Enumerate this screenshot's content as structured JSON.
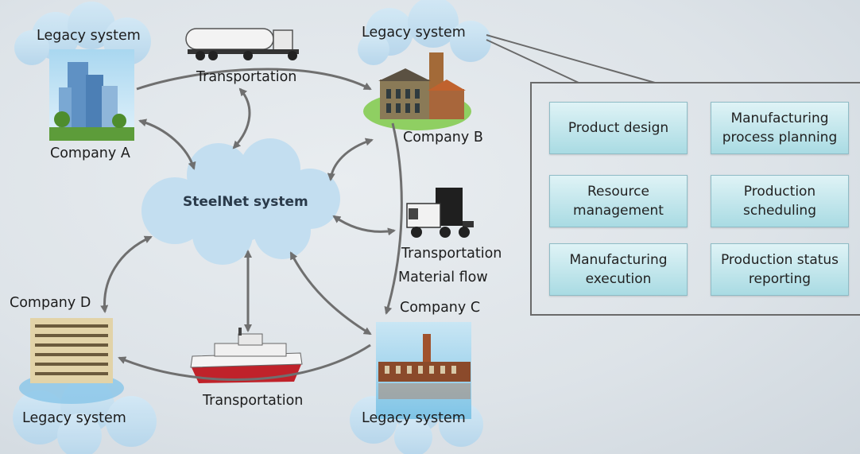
{
  "central": {
    "label": "SteelNet system"
  },
  "companies": {
    "a": "Company A",
    "b": "Company B",
    "c": "Company C",
    "d": "Company D"
  },
  "legacy": {
    "a": "Legacy system",
    "b": "Legacy system",
    "c": "Legacy system",
    "d": "Legacy system"
  },
  "transport": {
    "top": "Transportation",
    "right": "Transportation",
    "material_flow": "Material flow",
    "bottom": "Transportation"
  },
  "modules": [
    {
      "line1": "Product design",
      "line2": ""
    },
    {
      "line1": "Manufacturing",
      "line2": "process planning"
    },
    {
      "line1": "Resource",
      "line2": "management"
    },
    {
      "line1": "Production",
      "line2": "scheduling"
    },
    {
      "line1": "Manufacturing",
      "line2": "execution"
    },
    {
      "line1": "Production status",
      "line2": "reporting"
    }
  ]
}
